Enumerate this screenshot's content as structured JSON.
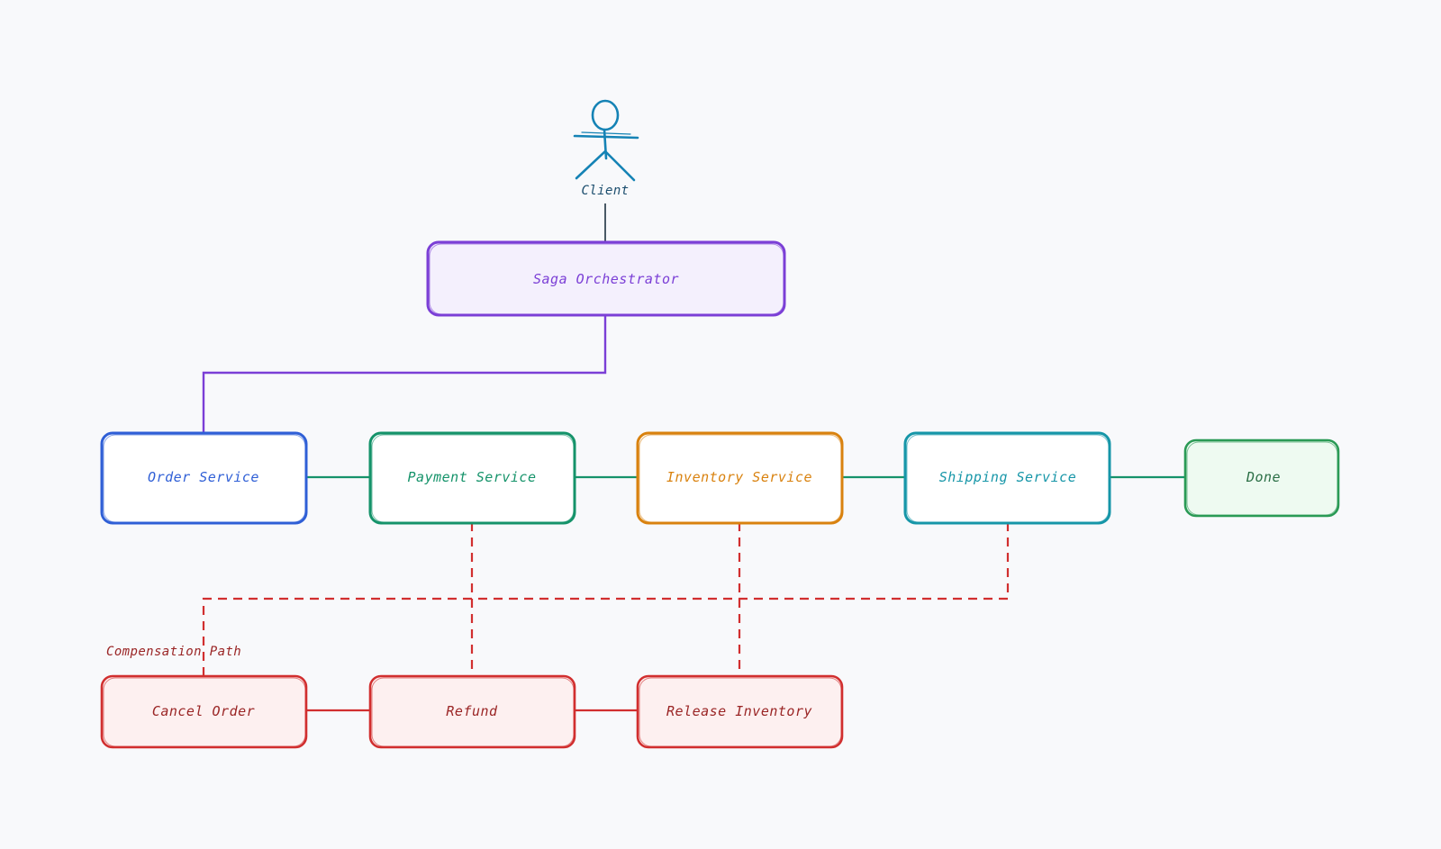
{
  "actor": {
    "label": "Client"
  },
  "orchestrator": {
    "label": "Saga Orchestrator"
  },
  "services": [
    {
      "id": "order",
      "label": "Order Service"
    },
    {
      "id": "payment",
      "label": "Payment Service"
    },
    {
      "id": "inventory",
      "label": "Inventory Service"
    },
    {
      "id": "shipping",
      "label": "Shipping Service"
    },
    {
      "id": "done",
      "label": "Done"
    }
  ],
  "compensation": {
    "label": "Compensation Path",
    "steps": [
      {
        "id": "cancel",
        "label": "Cancel Order"
      },
      {
        "id": "refund",
        "label": "Refund"
      },
      {
        "id": "release",
        "label": "Release Inventory"
      }
    ]
  },
  "colors": {
    "background": "#f8f9fb",
    "actor": "#1583b5",
    "orchestrator": "#7b3fd6",
    "orchestrator_fill": "#f4f0fd",
    "order": "#2f5fd6",
    "payment": "#15936a",
    "inventory": "#d9820f",
    "shipping": "#1696a8",
    "done": "#2a9a55",
    "done_fill": "#eefaf1",
    "compensation": "#d12f2f",
    "compensation_fill": "#fdf0f0",
    "compensation_text": "#9a2525",
    "connector_gray": "#4a5a66"
  }
}
